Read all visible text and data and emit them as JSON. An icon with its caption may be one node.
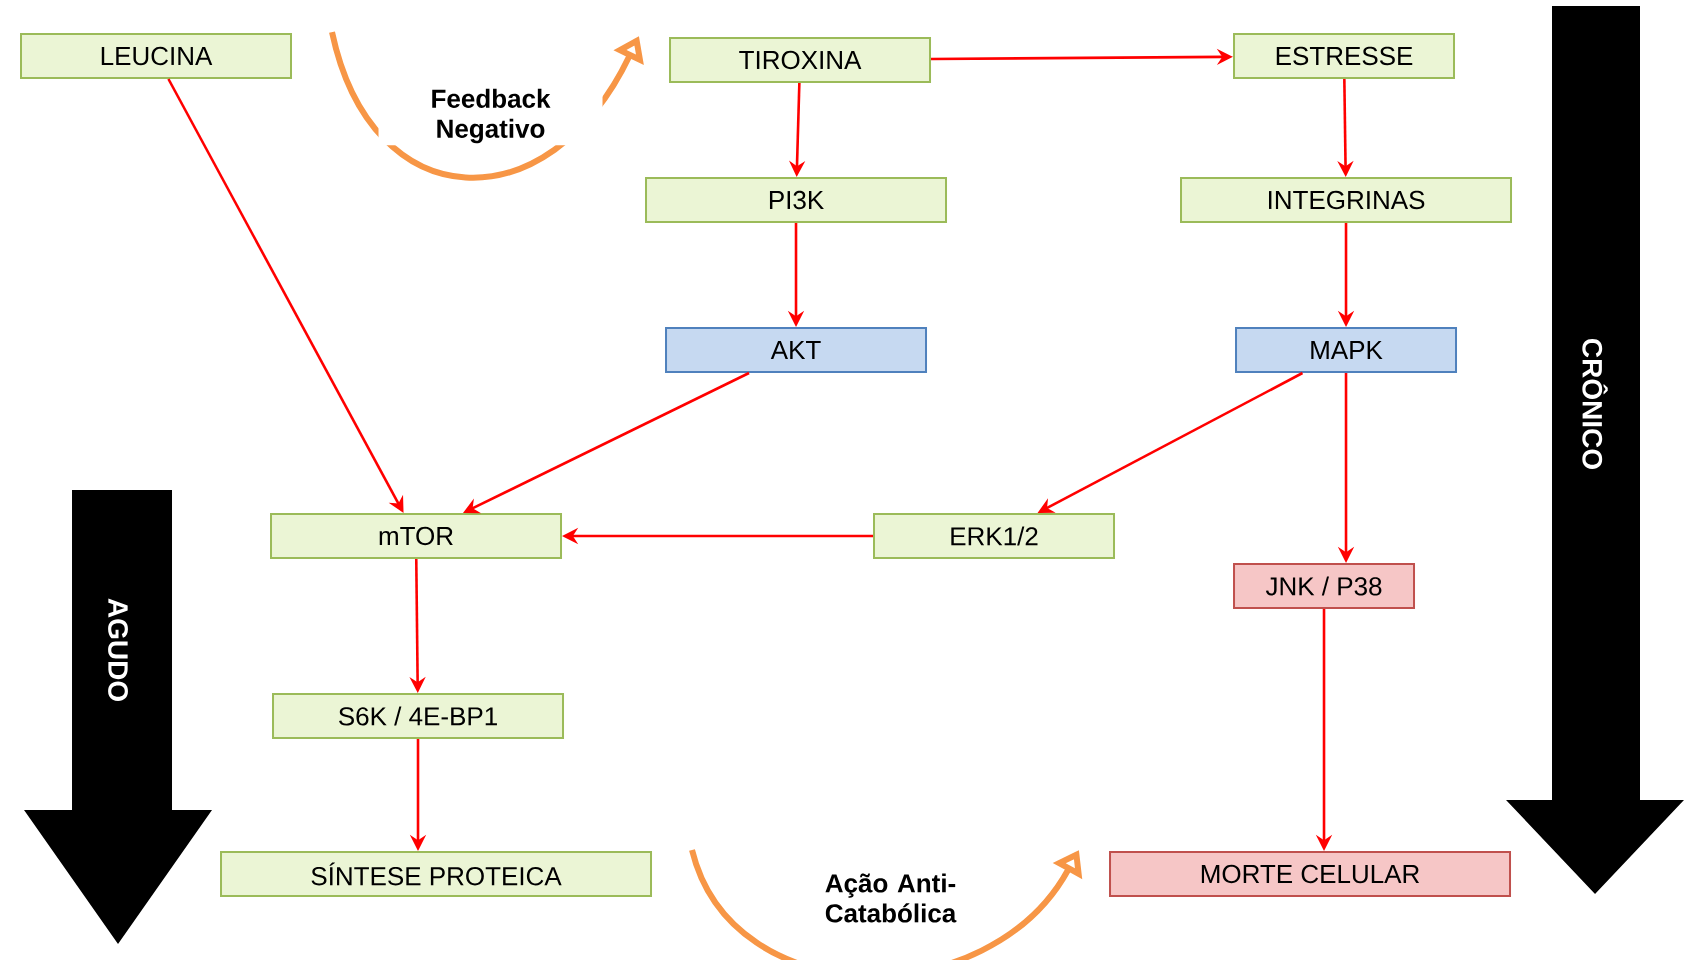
{
  "diagram": {
    "nodes": [
      {
        "text": [
          "LEUCINA"
        ]
      },
      {
        "text": [
          "TIROXINA"
        ]
      },
      {
        "text": [
          "ESTRESSE"
        ]
      },
      {
        "text": [
          "PI3K"
        ]
      },
      {
        "text": [
          "INTEGRINAS"
        ]
      },
      {
        "text": [
          "AKT"
        ]
      },
      {
        "text": [
          "MAPK"
        ]
      },
      {
        "text": [
          "mTOR"
        ]
      },
      {
        "text": [
          "ERK1/2"
        ]
      },
      {
        "text": [
          "JNK / P38"
        ]
      },
      {
        "text": [
          "S6K / 4E-BP1"
        ]
      },
      {
        "text": [
          "SÍNTESE PROTEICA"
        ]
      },
      {
        "text": [
          "MORTE CELULAR"
        ]
      },
      {
        "text": [
          "AGUDO"
        ]
      },
      {
        "text": [
          "CRÔNICO"
        ]
      }
    ],
    "edges": [
      {
        "from": 0,
        "to": 1,
        "arrow": "to",
        "label": "Feedback Negativo",
        "style": "thick",
        "color": "#f79646"
      },
      {
        "from": 0,
        "to": 7,
        "arrow": "to"
      },
      {
        "from": 1,
        "to": 2,
        "arrow": "to"
      },
      {
        "from": 1,
        "to": 3,
        "arrow": "to"
      },
      {
        "from": 2,
        "to": 4,
        "arrow": "to"
      },
      {
        "from": 3,
        "to": 5,
        "arrow": "to"
      },
      {
        "from": 4,
        "to": 6,
        "arrow": "to"
      },
      {
        "from": 5,
        "to": 7,
        "arrow": "to"
      },
      {
        "from": 6,
        "to": 8,
        "arrow": "to"
      },
      {
        "from": 6,
        "to": 9,
        "arrow": "to"
      },
      {
        "from": 8,
        "to": 7,
        "arrow": "to"
      },
      {
        "from": 7,
        "to": 10,
        "arrow": "to"
      },
      {
        "from": 10,
        "to": 11,
        "arrow": "to"
      },
      {
        "from": 9,
        "to": 12,
        "arrow": "to"
      },
      {
        "from": 11,
        "to": 12,
        "arrow": "to",
        "label": "Ação Anti-Catabólica",
        "style": "thick",
        "color": "#f79646"
      }
    ]
  }
}
